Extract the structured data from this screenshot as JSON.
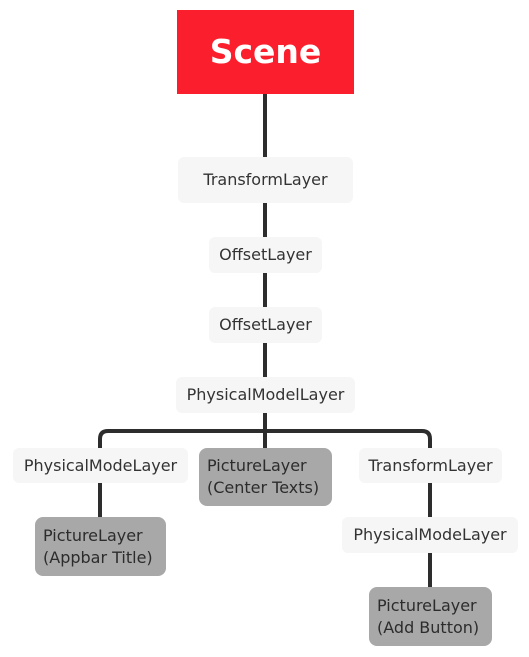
{
  "colors": {
    "root_fill": "#fb1f2d",
    "layer_fill": "#f6f6f6",
    "picture_fill": "#a8a8a8",
    "connector": "#2d2d2d"
  },
  "nodes": {
    "scene": "Scene",
    "transform_layer_top": "TransformLayer",
    "offset_layer_1": "OffsetLayer",
    "offset_layer_2": "OffsetLayer",
    "physical_model_layer": "PhysicalModelLayer",
    "physical_mode_layer_left": "PhysicalModeLayer",
    "picture_center": {
      "line1": "PictureLayer",
      "line2": "(Center Texts)"
    },
    "transform_layer_right": "TransformLayer",
    "picture_appbar": {
      "line1": "PictureLayer",
      "line2": "(Appbar Title)"
    },
    "physical_mode_layer_right": "PhysicalModeLayer",
    "picture_add_button": {
      "line1": "PictureLayer",
      "line2": "(Add Button)"
    }
  }
}
